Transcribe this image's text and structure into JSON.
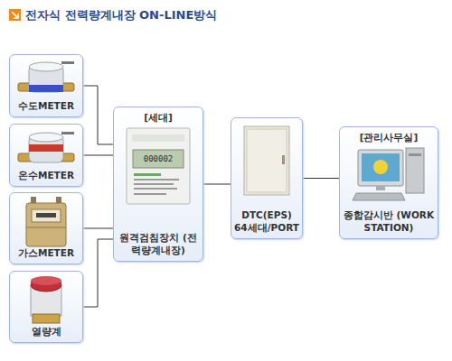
{
  "diagram": {
    "title": "전자식 전력량계내장 ON-LINE방식",
    "nodes": [
      {
        "text": [
          "수도METER"
        ]
      },
      {
        "text": [
          "온수METER"
        ]
      },
      {
        "text": [
          "가스METER"
        ]
      },
      {
        "text": [
          "열량계"
        ]
      },
      {
        "text": [
          "[세대]",
          "원격검침장치 (전력량계내장)"
        ]
      },
      {
        "text": [
          "DTC(EPS) 64세대/PORT"
        ]
      },
      {
        "text": [
          "[관리사무실]",
          "종합감시반 (WORK STATION)"
        ]
      }
    ],
    "edges": [
      {
        "from": 0,
        "to": 4,
        "arrow": "none"
      },
      {
        "from": 1,
        "to": 4,
        "arrow": "none"
      },
      {
        "from": 2,
        "to": 4,
        "arrow": "none"
      },
      {
        "from": 3,
        "to": 4,
        "arrow": "none"
      },
      {
        "from": 4,
        "to": 5,
        "arrow": "none"
      },
      {
        "from": 5,
        "to": 6,
        "arrow": "none"
      }
    ],
    "labels": [
      "000002"
    ]
  }
}
